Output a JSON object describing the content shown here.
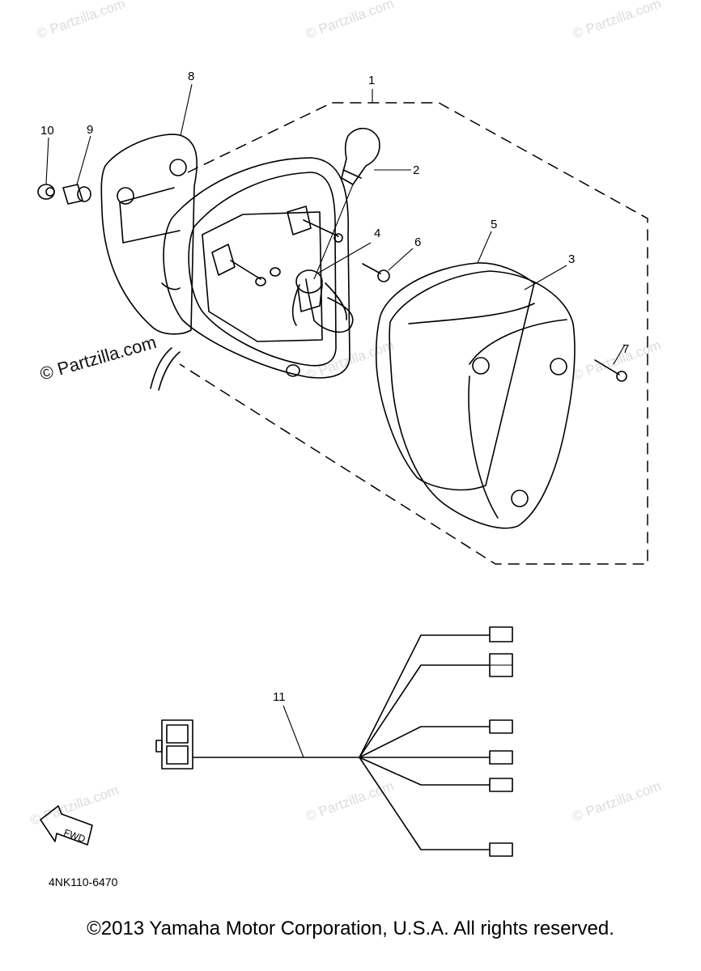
{
  "watermark": "© Partzilla.com",
  "parts": [
    {
      "number": "1"
    },
    {
      "number": "2"
    },
    {
      "number": "3"
    },
    {
      "number": "4"
    },
    {
      "number": "5"
    },
    {
      "number": "6"
    },
    {
      "number": "7"
    },
    {
      "number": "8"
    },
    {
      "number": "9"
    },
    {
      "number": "10"
    },
    {
      "number": "11"
    }
  ],
  "fwd_label": "FWD",
  "diagram_id": "4NK110-6470",
  "copyright": "©2013 Yamaha Motor Corporation, U.S.A. All rights reserved.",
  "colors": {
    "line": "#000000",
    "watermark": "#dcdcdc",
    "background": "#ffffff"
  }
}
